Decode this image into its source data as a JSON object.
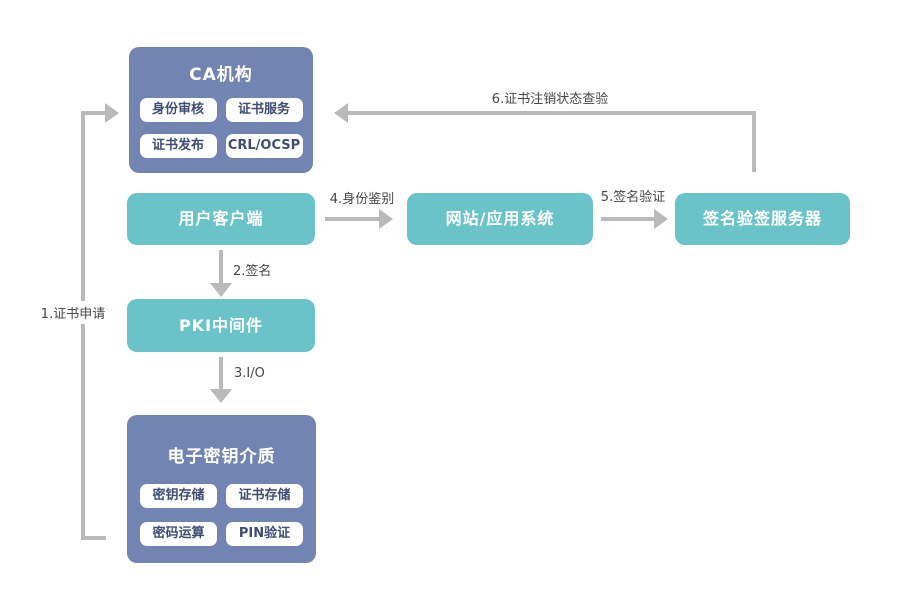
{
  "diagram": {
    "nodes": {
      "ca": {
        "title": "CA机构",
        "items": [
          "身份审核",
          "证书服务",
          "证书发布",
          "CRL/OCSP"
        ]
      },
      "client": {
        "title": "用户客户端"
      },
      "web": {
        "title": "网站/应用系统"
      },
      "sign_server": {
        "title": "签名验签服务器"
      },
      "pki": {
        "title": "PKI中间件"
      },
      "key_media": {
        "title": "电子密钥介质",
        "items": [
          "密钥存储",
          "证书存储",
          "密码运算",
          "PIN验证"
        ]
      }
    },
    "edges": {
      "e1": "1.证书申请",
      "e2": "2.签名",
      "e3": "3.I/O",
      "e4": "4.身份鉴别",
      "e5": "5.签名验证",
      "e6": "6.证书注销状态查验"
    },
    "colors": {
      "primary": "#7285b2",
      "secondary": "#6ac3c8",
      "line": "#b8babc",
      "subtext": "#3e4d74",
      "labeltext": "#474747"
    }
  }
}
